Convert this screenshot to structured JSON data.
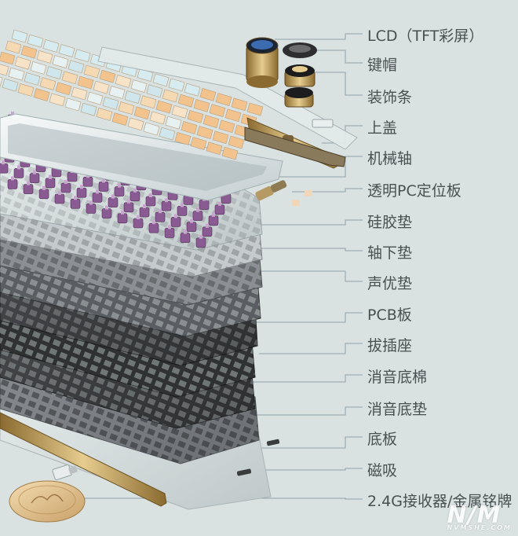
{
  "labels": [
    "LCD（TFT彩屏）",
    "键帽",
    "装饰条",
    "上盖",
    "机械轴",
    "透明PC定位板",
    "硅胶垫",
    "轴下垫",
    "声优垫",
    "PCB板",
    "拔插座",
    "消音底棉",
    "消音底垫",
    "底板",
    "磁吸",
    "2.4G接收器/金属铭牌"
  ],
  "watermark": {
    "brand": "N/M",
    "sub": "NVMSHE.COM"
  },
  "colors": {
    "background": "#d9e2e1",
    "label_text": "#4a4f52",
    "leader_line": "#8fa3aa",
    "switch_purple": "#8a5a92",
    "keycap_orange": "#f2c38d",
    "keycap_blue": "#cde7ec",
    "brass": "#c9a86a"
  }
}
